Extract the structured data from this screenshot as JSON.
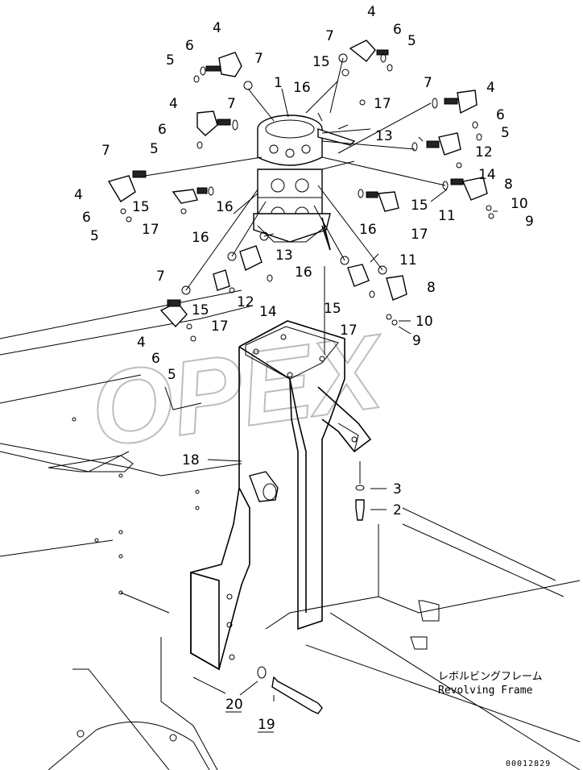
{
  "watermark": "OPEX",
  "caption": {
    "japanese": "レボルビングフレーム",
    "english": "Revolving Frame"
  },
  "reference_number": "00012829",
  "callouts": [
    {
      "id": "c1",
      "text": "1"
    },
    {
      "id": "c2",
      "text": "2"
    },
    {
      "id": "c3",
      "text": "3"
    },
    {
      "id": "c4a",
      "text": "4"
    },
    {
      "id": "c4b",
      "text": "4"
    },
    {
      "id": "c4c",
      "text": "4"
    },
    {
      "id": "c4d",
      "text": "4"
    },
    {
      "id": "c4e",
      "text": "4"
    },
    {
      "id": "c4f",
      "text": "4"
    },
    {
      "id": "c5a",
      "text": "5"
    },
    {
      "id": "c5b",
      "text": "5"
    },
    {
      "id": "c5c",
      "text": "5"
    },
    {
      "id": "c5d",
      "text": "5"
    },
    {
      "id": "c5e",
      "text": "5"
    },
    {
      "id": "c5f",
      "text": "5"
    },
    {
      "id": "c6a",
      "text": "6"
    },
    {
      "id": "c6b",
      "text": "6"
    },
    {
      "id": "c6c",
      "text": "6"
    },
    {
      "id": "c6d",
      "text": "6"
    },
    {
      "id": "c6e",
      "text": "6"
    },
    {
      "id": "c6f",
      "text": "6"
    },
    {
      "id": "c7a",
      "text": "7"
    },
    {
      "id": "c7b",
      "text": "7"
    },
    {
      "id": "c7c",
      "text": "7"
    },
    {
      "id": "c7d",
      "text": "7"
    },
    {
      "id": "c7e",
      "text": "7"
    },
    {
      "id": "c7f",
      "text": "7"
    },
    {
      "id": "c8a",
      "text": "8"
    },
    {
      "id": "c8b",
      "text": "8"
    },
    {
      "id": "c9a",
      "text": "9"
    },
    {
      "id": "c9b",
      "text": "9"
    },
    {
      "id": "c10a",
      "text": "10"
    },
    {
      "id": "c10b",
      "text": "10"
    },
    {
      "id": "c11a",
      "text": "11"
    },
    {
      "id": "c11b",
      "text": "11"
    },
    {
      "id": "c12a",
      "text": "12"
    },
    {
      "id": "c12b",
      "text": "12"
    },
    {
      "id": "c13a",
      "text": "13"
    },
    {
      "id": "c13b",
      "text": "13"
    },
    {
      "id": "c14a",
      "text": "14"
    },
    {
      "id": "c14b",
      "text": "14"
    },
    {
      "id": "c15a",
      "text": "15"
    },
    {
      "id": "c15b",
      "text": "15"
    },
    {
      "id": "c15c",
      "text": "15"
    },
    {
      "id": "c15d",
      "text": "15"
    },
    {
      "id": "c15e",
      "text": "15"
    },
    {
      "id": "c16a",
      "text": "16"
    },
    {
      "id": "c16b",
      "text": "16"
    },
    {
      "id": "c16c",
      "text": "16"
    },
    {
      "id": "c16d",
      "text": "16"
    },
    {
      "id": "c16e",
      "text": "16"
    },
    {
      "id": "c17a",
      "text": "17"
    },
    {
      "id": "c17b",
      "text": "17"
    },
    {
      "id": "c17c",
      "text": "17"
    },
    {
      "id": "c17d",
      "text": "17"
    },
    {
      "id": "c17e",
      "text": "17"
    },
    {
      "id": "c18",
      "text": "18"
    },
    {
      "id": "c19",
      "text": "19"
    },
    {
      "id": "c20",
      "text": "20"
    }
  ]
}
